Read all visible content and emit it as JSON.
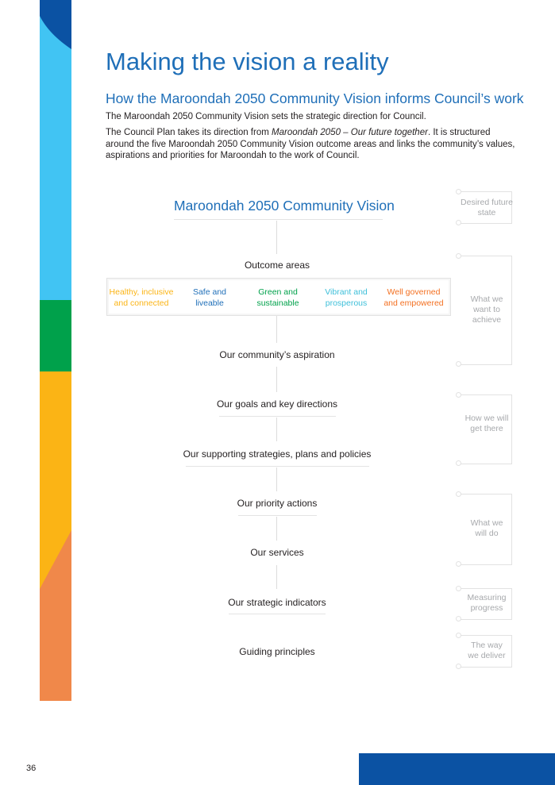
{
  "page": {
    "title": "Making the vision a reality",
    "subtitle": "How the Maroondah 2050 Community Vision informs Council’s work",
    "paragraph1": "The Maroondah 2050 Community Vision sets the strategic direction for Council.",
    "paragraph2_before": "The Council Plan takes its direction from ",
    "paragraph2_italic": "Maroondah 2050 – Our future together",
    "paragraph2_after": ". It is structured around the five Maroondah 2050 Community Vision outcome areas and links the community’s values, aspirations and priorities for Maroondah to the work of Council.",
    "page_number": "36"
  },
  "diagram": {
    "vision_title": "Maroondah 2050 Community Vision",
    "outcome_heading": "Outcome areas",
    "outcome_areas": [
      {
        "label": "Healthy, inclusive and connected",
        "color": "#fbb415"
      },
      {
        "label": "Safe and liveable",
        "color": "#1f6fb8"
      },
      {
        "label": "Green and sustainable",
        "color": "#00a14b"
      },
      {
        "label": "Vibrant and prosperous",
        "color": "#3dbfd9"
      },
      {
        "label": "Well governed and empowered",
        "color": "#f37021"
      }
    ],
    "levels": [
      "Our community’s aspiration",
      "Our goals and key directions",
      "Our supporting strategies, plans and policies",
      "Our priority actions",
      "Our services",
      "Our strategic indicators",
      "Guiding principles"
    ],
    "side_labels": [
      "Desired future state",
      "What we want to achieve",
      "How we will get there",
      "What we will do",
      "Measuring progress",
      "The way we deliver"
    ]
  },
  "colors": {
    "heading_blue": "#1f6fb8",
    "strip": [
      "#0b52a3",
      "#41c4f3",
      "#00a14b",
      "#fbb415",
      "#f0884a"
    ],
    "footer_bar": "#0b52a3"
  }
}
